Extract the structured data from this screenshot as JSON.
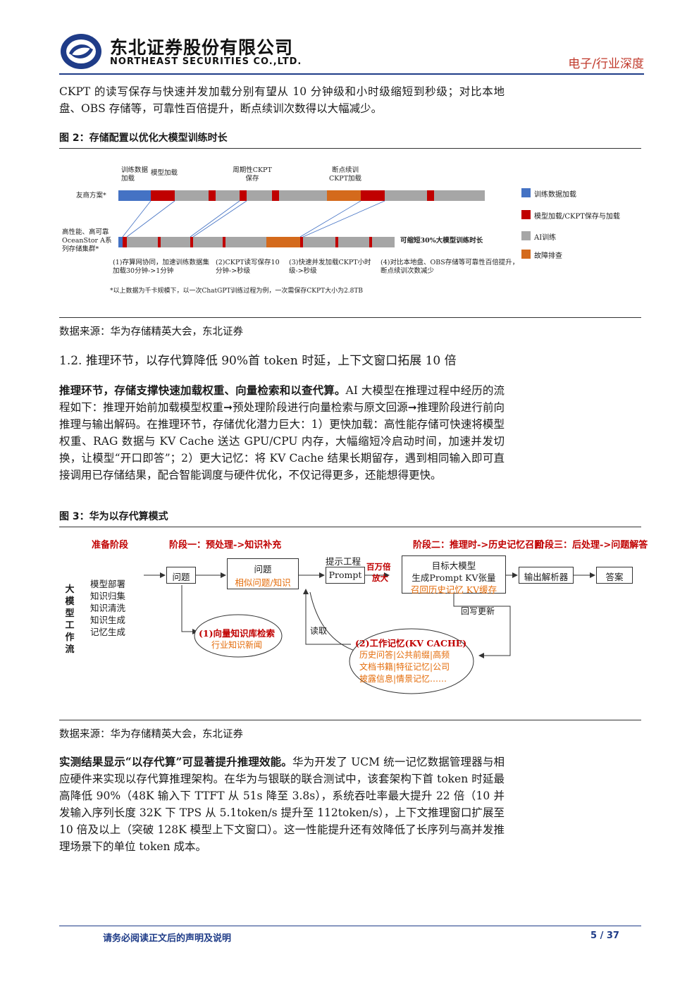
{
  "header": {
    "company_cn": "东北证券股份有限公司",
    "company_en": "NORTHEAST SECURITIES CO.,LTD.",
    "report_type": "电子/行业深度",
    "brand_color": "#1f3c88"
  },
  "intro_paragraph": "CKPT 的读写保存与快速并发加载分别有望从 10 分钟级和小时级缩短到秒级；对比本地盘、OBS 存储等，可靠性百倍提升，断点续训次数得以大幅减少。",
  "figure2": {
    "title": "图 2：存储配置以优化大模型训练时长",
    "label_train_data": "训练数据加载",
    "label_model_load": "模型加载",
    "label_periodic": "周期性CKPT保存",
    "label_resume": "断点续训CKPT加载",
    "row1_label": "友商方案*",
    "row2_label": "高性能、高可靠OceanStor A系列存储集群*",
    "row2_result": "可缩短30%大模型训练时长",
    "note1": "(1)存算网协同，加速训练数据集加载30分钟->1分钟",
    "note2": "(2)CKPT读写保存10分钟->秒级",
    "note3": "(3)快速并发加载CKPT小时级->秒级",
    "note4": "(4)对比本地盘、OBS存储等可靠性百倍提升，断点续训次数减少",
    "footnote": "*以上数据为千卡规模下，以一次ChatGPT训练过程为例，一次需保存CKPT大小为2.8TB",
    "legend": [
      {
        "label": "训练数据加载",
        "color": "#4472c4"
      },
      {
        "label": "模型加载/CKPT保存与加载",
        "color": "#c00000"
      },
      {
        "label": "AI训练",
        "color": "#a6a6a6"
      },
      {
        "label": "故障排查",
        "color": "#d46a1c"
      }
    ],
    "source": "数据来源：华为存储精英大会，东北证券"
  },
  "section": {
    "heading": "1.2.   推理环节，以存代算降低 90%首 token 时延，上下文窗口拓展 10 倍"
  },
  "para2": {
    "lead": "推理环节，存储支撑快速加载权重、向量检索和以查代算。",
    "body": "AI 大模型在推理过程中经历的流程如下：推理开始前加载模型权重➞预处理阶段进行向量检索与原文回源➞推理阶段进行前向推理与输出解码。在推理环节，存储优化潜力巨大：1）更快加载：高性能存储可快速将模型权重、RAG 数据与 KV Cache 送达 GPU/CPU 内存，大幅缩短冷启动时间，加速并发切换，让模型“开口即答”；2）更大记忆：将 KV Cache 结果长期留存，遇到相同输入即可直接调用已存储结果，配合智能调度与硬件优化，不仅记得更多，还能想得更快。"
  },
  "figure3": {
    "title": "图 3：华为以存代算模式",
    "stage_prep": "准备阶段",
    "stage1": "阶段一：预处理->知识补充",
    "stage2": "阶段二：推理时->历史记忆召回",
    "stage3": "阶段三：后处理->问题解答",
    "side_label": [
      "大",
      "模",
      "型",
      "工",
      "作",
      "流"
    ],
    "prep_items": [
      "模型部署",
      "知识归集",
      "知识清洗",
      "知识生成",
      "记忆生成"
    ],
    "box_question": "问题",
    "box_question2_top": "问题",
    "box_question2_bottom": "相似问题/知识",
    "label_prompt_eng": "提示工程",
    "box_prompt": "Prompt",
    "label_million": "百万倍",
    "label_amplify": "放大",
    "box_model_line1": "目标大模型",
    "box_model_line2": "生成Prompt KV张量",
    "box_model_line3": "召回历史记忆 KV缓存",
    "box_parser": "输出解析器",
    "box_answer": "答案",
    "circle1_title": "(1)向量知识库检索",
    "circle1_sub": "行业知识新闻",
    "label_read": "读取",
    "label_writeback": "回写更新",
    "circle2_title": "(2)工作记忆(KV CACHE)",
    "circle2_line1": "历史问答|公共前缀|高频",
    "circle2_line2": "文档书籍|特征记忆|公司",
    "circle2_line3": "披露信息|情景记忆……",
    "accent_red": "#c00000",
    "accent_orange": "#e46c0a",
    "source": "数据来源：华为存储精英大会，东北证券"
  },
  "para3": {
    "lead": "实测结果显示“以存代算”可显著提升推理效能。",
    "body": "华为开发了 UCM 统一记忆数据管理器与相应硬件来实现以存代算推理架构。在华为与银联的联合测试中，该套架构下首 token 时延最高降低 90%（48K 输入下 TTFT 从 51s 降至 3.8s），系统吞吐率最大提升 22 倍（10 并发输入序列长度 32K 下 TPS 从 5.1token/s 提升至 112token/s），上下文推理窗口扩展至 10 倍及以上（突破 128K 模型上下文窗口）。这一性能提升还有效降低了长序列与高并发推理场景下的单位 token 成本。"
  },
  "footer": {
    "disclaimer": "请务必阅读正文后的声明及说明",
    "page": "5 / 37"
  }
}
